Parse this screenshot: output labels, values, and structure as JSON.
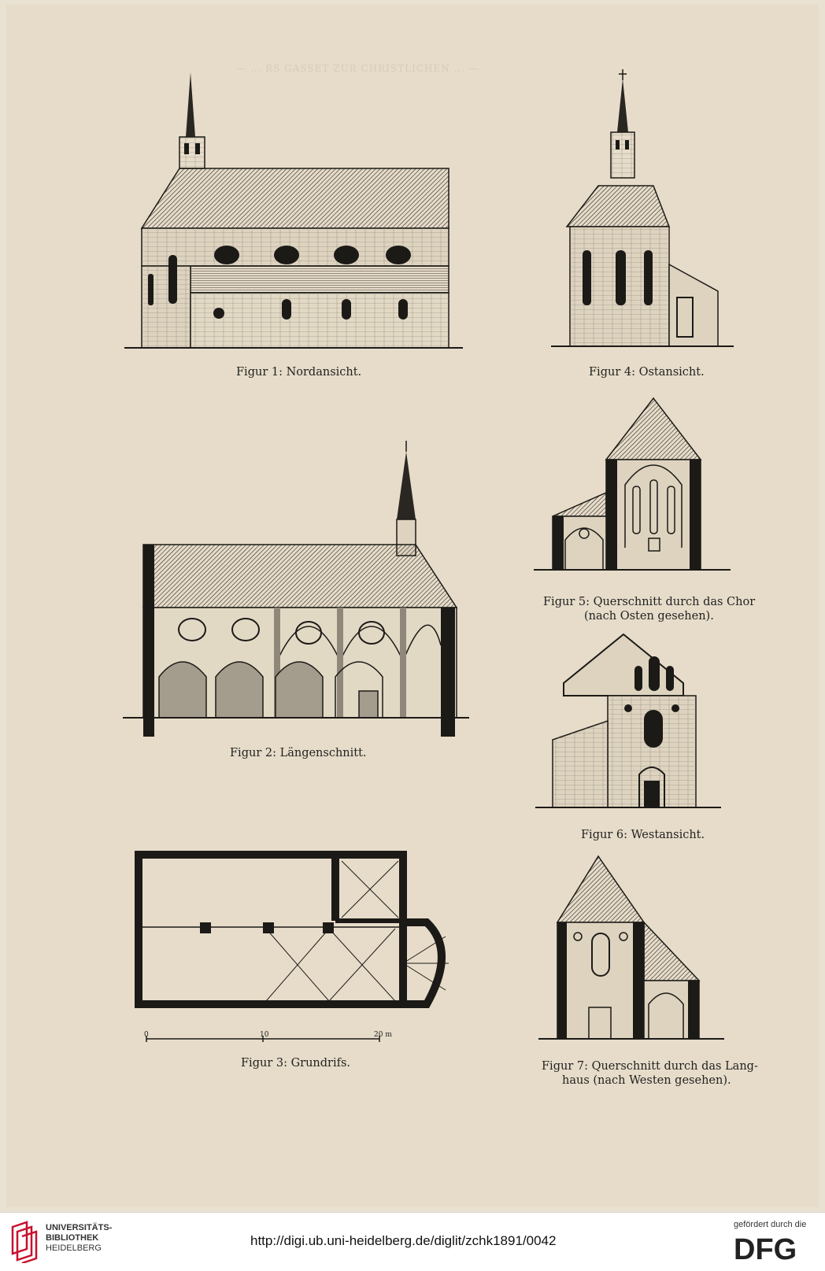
{
  "page": {
    "header_ghost": "— ... RS GASSET ZUR CHRISTLICHEN ... —"
  },
  "figures": [
    {
      "id": "fig1",
      "caption": "Figur 1: Nordansicht."
    },
    {
      "id": "fig2",
      "caption": "Figur 2: Längenschnitt."
    },
    {
      "id": "fig3",
      "caption": "Figur 3: Grundrifs."
    },
    {
      "id": "fig4",
      "caption": "Figur 4: Ostansicht."
    },
    {
      "id": "fig5",
      "caption_line1": "Figur 5: Querschnitt durch das Chor",
      "caption_line2": "(nach Osten gesehen)."
    },
    {
      "id": "fig6",
      "caption": "Figur 6: Westansicht."
    },
    {
      "id": "fig7",
      "caption_line1": "Figur 7: Querschnitt durch das Lang-",
      "caption_line2": "haus (nach Westen gesehen)."
    }
  ],
  "scale_bar": {
    "labels": [
      "0",
      "10",
      "20 m"
    ]
  },
  "footer": {
    "library_line1": "UNIVERSITÄTS-",
    "library_line2": "BIBLIOTHEK",
    "library_line3": "HEIDELBERG",
    "url": "http://digi.ub.uni-heidelberg.de/diglit/zchk1891/0042",
    "funded_by": "gefördert durch die",
    "funder_logo_text": "DFG"
  },
  "colors": {
    "paper": "#e6dcc9",
    "ink": "#1c1a17",
    "ub_red": "#c8102e"
  }
}
